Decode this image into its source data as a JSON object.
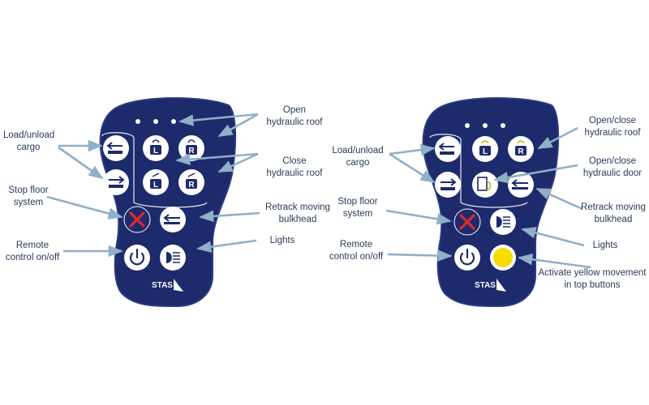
{
  "remote_basic": {
    "brand": "STAS",
    "labels": {
      "load_unload": "Load/unload\ncargo",
      "stop_floor": "Stop floor\nsystem",
      "remote_onoff": "Remote\ncontrol on/off",
      "open_roof": "Open\nhydraulic roof",
      "close_roof": "Close\nhydraulic roof",
      "retract": "Retrack moving\nbulkhead",
      "lights": "Lights"
    },
    "button_letters": {
      "left": "L",
      "right": "R"
    }
  },
  "remote_advanced": {
    "brand": "STAS",
    "labels": {
      "load_unload": "Load/unload\ncargo",
      "stop_floor": "Stop floor\nsystem",
      "remote_onoff": "Remote\ncontrol on/off",
      "open_close_roof": "Open/close\nhydraulic roof",
      "open_close_door": "Open/close\nhydraulic door",
      "retract": "Retrack moving\nbulkhead",
      "lights": "Lights",
      "yellow": "Activate yellow movement\nin top buttons"
    },
    "button_letters": {
      "left": "L",
      "right": "R"
    }
  },
  "colors": {
    "body": "#1d2a6b",
    "body_edge": "#2b3a86",
    "button": "#ffffff",
    "stop_x": "#e0282a",
    "yellow": "#f7dc00",
    "arrow": "#8fb0c8",
    "text": "#2b3a5a"
  }
}
